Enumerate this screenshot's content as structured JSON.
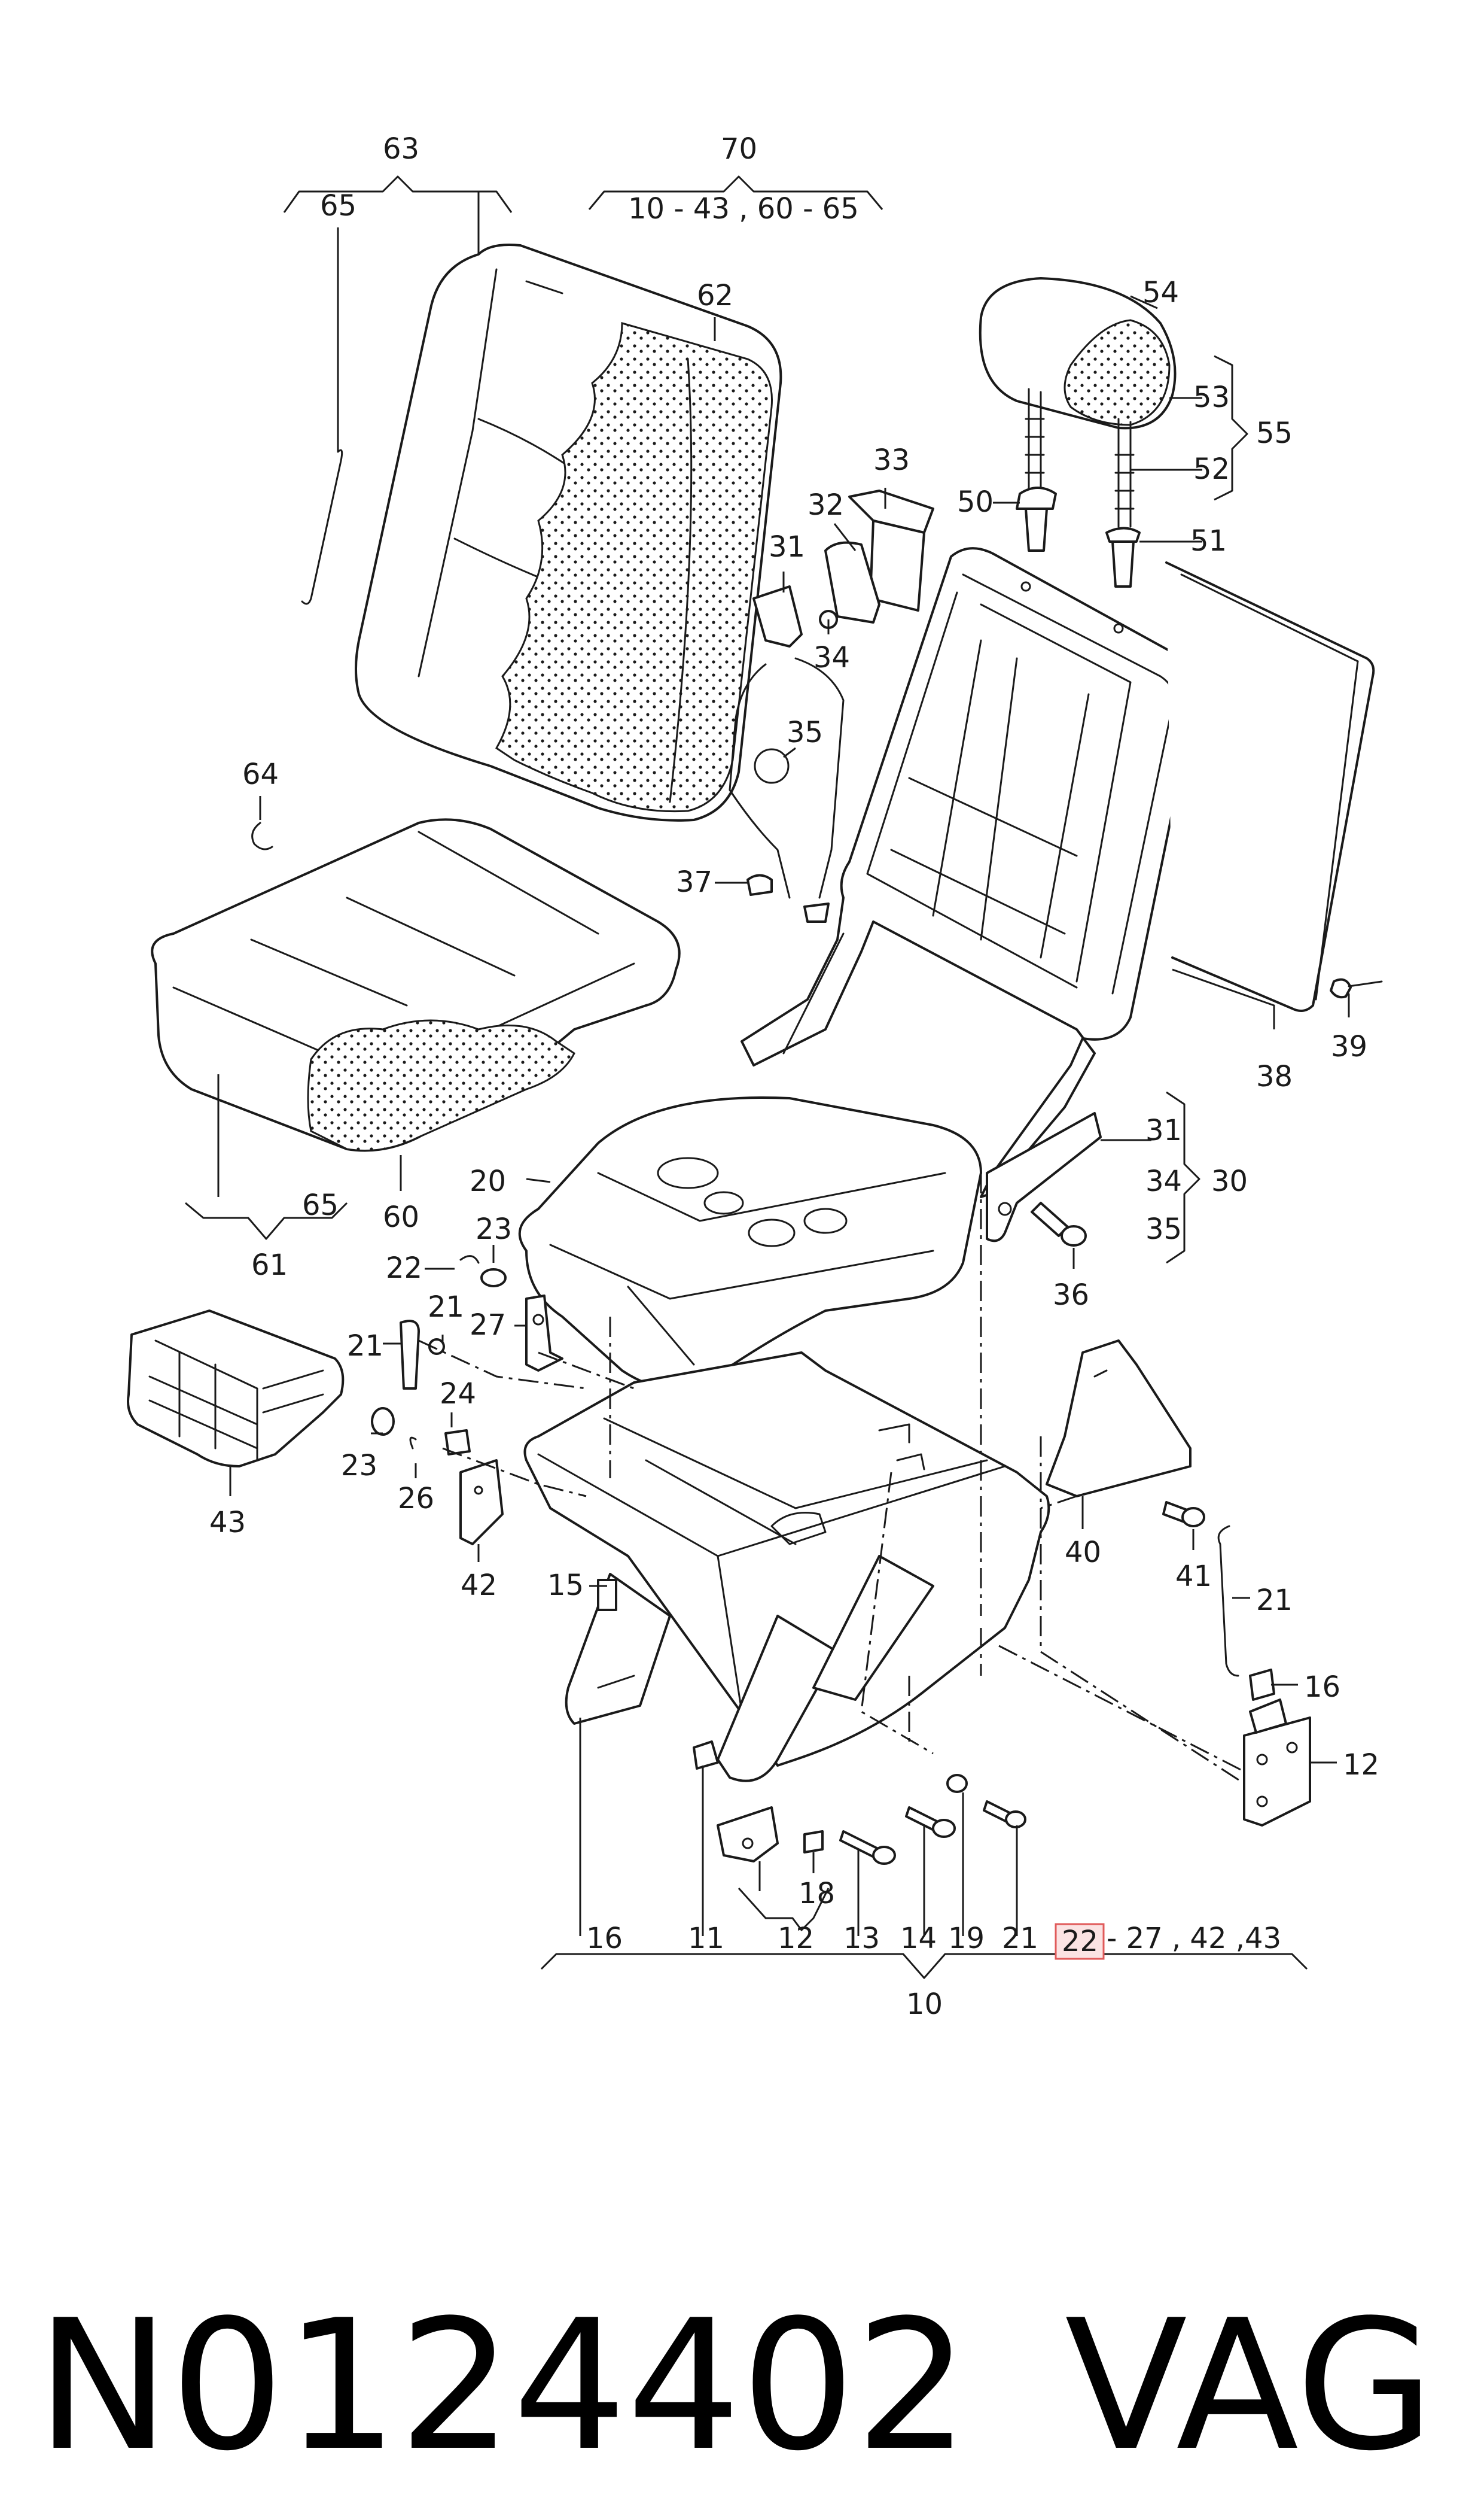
{
  "diagram": {
    "labels": {
      "l63": "63",
      "l65a": "65",
      "l70": "70",
      "l70range": "10 - 43 , 60 - 65",
      "l62": "62",
      "l54": "54",
      "l53": "53",
      "l52": "52",
      "l55": "55",
      "l33": "33",
      "l32": "32",
      "l31a": "31",
      "l50": "50",
      "l51": "51",
      "l34a": "34",
      "l35a": "35",
      "l64": "64",
      "l37": "37",
      "l39": "39",
      "l38": "38",
      "l31b": "31",
      "l34b": "34",
      "l30": "30",
      "l35b": "35",
      "l20": "20",
      "l60": "60",
      "l65b": "65",
      "l61": "61",
      "l23a": "23",
      "l22a": "22",
      "l21a": "21",
      "l27": "27",
      "l21b": "21",
      "l24": "24",
      "l23b": "23",
      "l26": "26",
      "l43": "43",
      "l42": "42",
      "l15": "15",
      "l36": "36",
      "l40": "40",
      "l41": "41",
      "l21c": "21",
      "l16a": "16",
      "l12a": "12",
      "l18": "18",
      "b16": "16",
      "b11": "11",
      "b12": "12",
      "b13": "13",
      "b14": "14",
      "b19": "19",
      "b21": "21",
      "b22": "22",
      "b27range": "- 27 , 42 ,43",
      "b10": "10"
    },
    "highlight_color": "#f3b9b9"
  },
  "footer": {
    "part_number": "N0124402",
    "brand": "VAG"
  }
}
